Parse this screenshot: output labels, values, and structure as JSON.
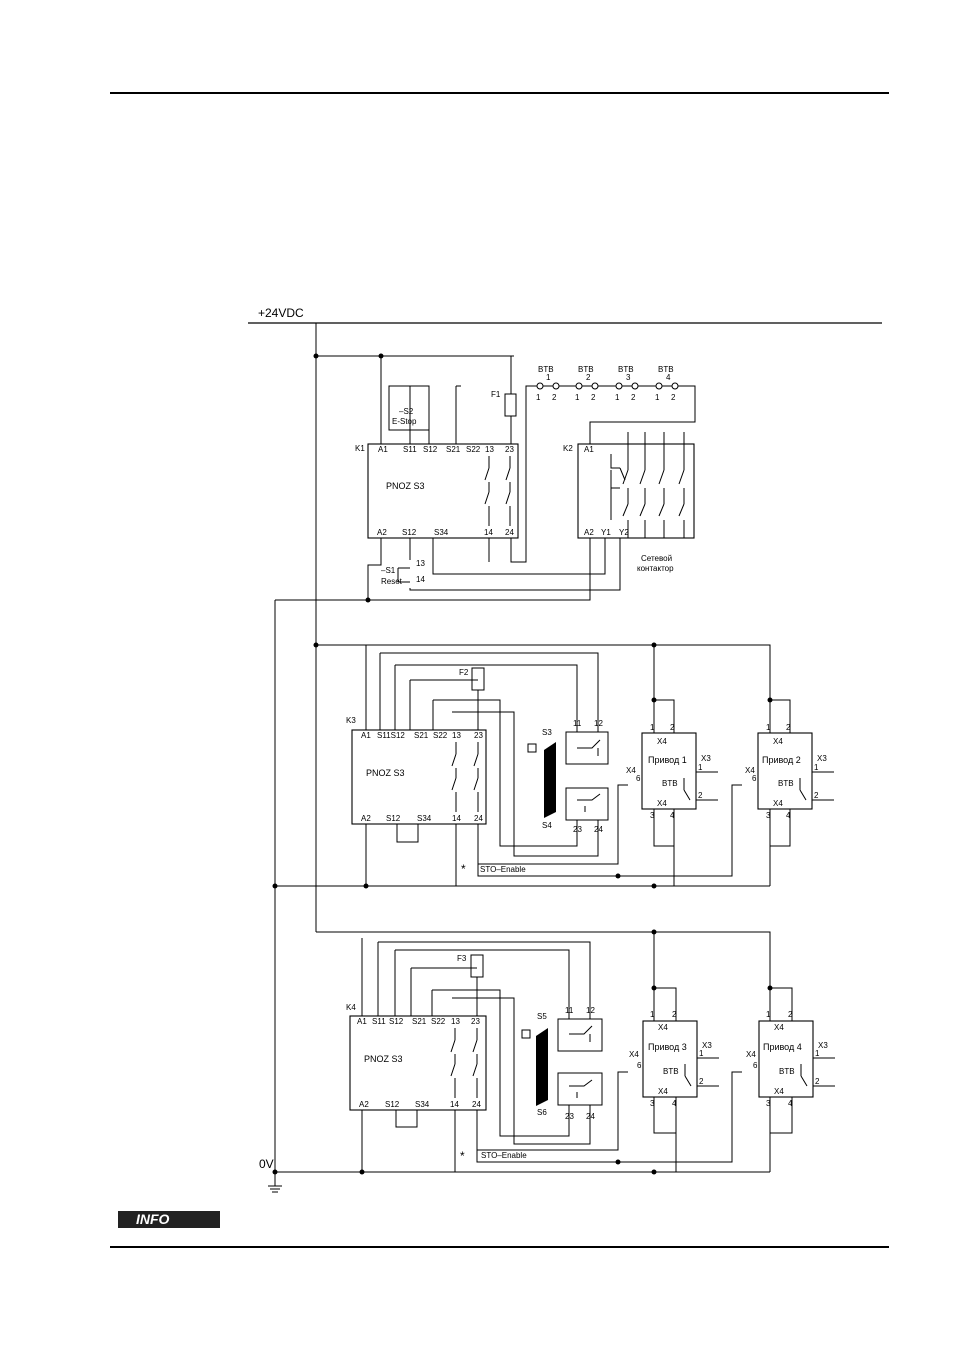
{
  "supply": {
    "plus24": "+24VDC",
    "zero": "0V"
  },
  "k1": {
    "ref": "K1",
    "model": "PNOZ S3",
    "top_terms": [
      "A1",
      "S11",
      "S12",
      "S21",
      "S22",
      "13",
      "23"
    ],
    "bottom_terms": [
      "A2",
      "S12",
      "S34",
      "14",
      "24"
    ]
  },
  "k2": {
    "ref": "K2",
    "top_terms": [
      "A1"
    ],
    "bottom_terms": [
      "A2",
      "Y1",
      "Y2"
    ],
    "caption1": "Сетевой",
    "caption2": "контактор"
  },
  "estop": {
    "ref": "–S2",
    "label": "E-Stop"
  },
  "reset": {
    "ref": "–S1",
    "label": "Reset",
    "t13": "13",
    "t14": "14"
  },
  "fuses": {
    "f1": "F1",
    "f2": "F2",
    "f3": "F3"
  },
  "btb_chain": [
    {
      "title": "BTB",
      "num": "1",
      "t1": "1",
      "t2": "2"
    },
    {
      "title": "BTB",
      "num": "2",
      "t1": "1",
      "t2": "2"
    },
    {
      "title": "BTB",
      "num": "3",
      "t1": "1",
      "t2": "2"
    },
    {
      "title": "BTB",
      "num": "4",
      "t1": "1",
      "t2": "2"
    }
  ],
  "groups": [
    {
      "ref": "K3",
      "model": "PNOZ S3",
      "top_terms": [
        "A1",
        "S11S12",
        "S21",
        "S22",
        "13",
        "23"
      ],
      "bottom_terms": [
        "A2",
        "S12",
        "S34",
        "14",
        "24"
      ],
      "sw_a": "S3",
      "sw_b": "S4",
      "sto": "STO–Enable",
      "asterisk": "*",
      "drives": [
        {
          "name": "Привод 1",
          "btb": "BTB",
          "x4": "X4",
          "x3": "X3"
        },
        {
          "name": "Привод 2",
          "btb": "BTB",
          "x4": "X4",
          "x3": "X3"
        }
      ]
    },
    {
      "ref": "K4",
      "model": "PNOZ S3",
      "top_terms": [
        "A1",
        "S11",
        "S12",
        "S21",
        "S22",
        "13",
        "23"
      ],
      "bottom_terms": [
        "A2",
        "S12",
        "S34",
        "14",
        "24"
      ],
      "sw_a": "S5",
      "sw_b": "S6",
      "sto": "STO–Enable",
      "asterisk": "*",
      "drives": [
        {
          "name": "Привод 3",
          "btb": "BTB",
          "x4": "X4",
          "x3": "X3"
        },
        {
          "name": "Привод 4",
          "btb": "BTB",
          "x4": "X4",
          "x3": "X3"
        }
      ]
    }
  ],
  "pins": {
    "p1": "1",
    "p2": "2",
    "p3": "3",
    "p4": "4",
    "p6": "6",
    "p11": "11",
    "p12": "12",
    "p23": "23",
    "p24": "24"
  },
  "footer": {
    "info": "INFO"
  }
}
